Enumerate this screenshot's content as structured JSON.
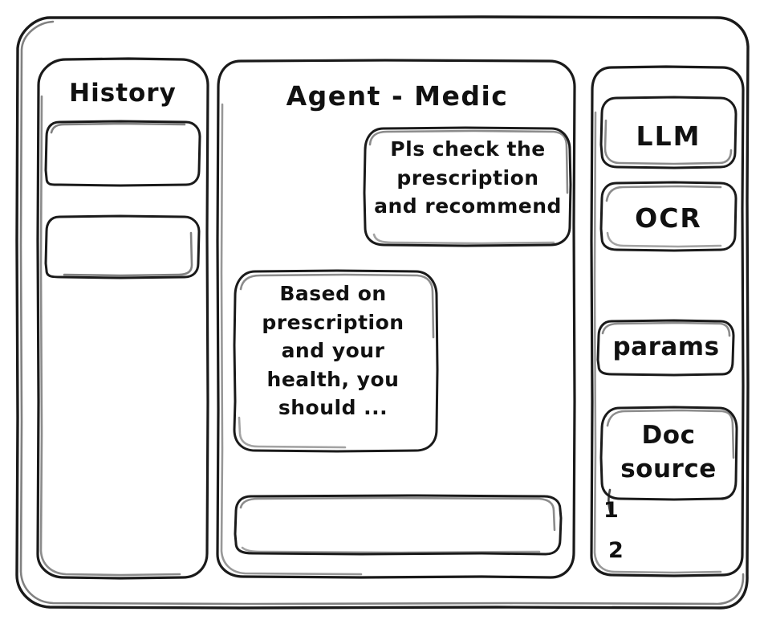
{
  "window": {
    "style": "hand-drawn wireframe",
    "ink_color": "#1a1a1a",
    "background_color": "#ffffff"
  },
  "sidebar": {
    "title": "History",
    "items": [
      {
        "label": "",
        "name": "history-item-1"
      },
      {
        "label": "",
        "name": "history-item-2"
      }
    ]
  },
  "main": {
    "title": "Agent - Medic",
    "messages": [
      {
        "role": "user",
        "text": "Pls check the\nprescription\nand recommend"
      },
      {
        "role": "assistant",
        "text": "Based on\nprescription\nand your\nhealth, you\nshould ..."
      }
    ],
    "composer": {
      "value": "",
      "placeholder": ""
    }
  },
  "right_rail": {
    "buttons": [
      {
        "label": "LLM",
        "name": "llm-button"
      },
      {
        "label": "OCR",
        "name": "ocr-button"
      },
      {
        "label": "params",
        "name": "params-button"
      }
    ],
    "doc_source": {
      "label": "Doc\nsource",
      "items": [
        {
          "label": "1"
        },
        {
          "label": "2"
        }
      ]
    }
  }
}
